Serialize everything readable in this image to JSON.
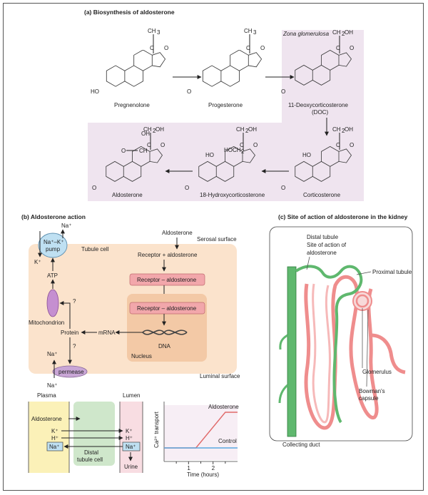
{
  "panel_a": {
    "title": "(a)  Biosynthesis of aldosterone",
    "zone_label": "Zona glomerulosa",
    "compounds": [
      "Pregnenolone",
      "Progesterone",
      "11-Deoxycorticosterone",
      "(DOC)",
      "Corticosterone",
      "18-Hydroxycorticosterone",
      "Aldosterone"
    ],
    "groups": {
      "ch3": "CH",
      "ch3_sub": "3",
      "ch2oh": "CH",
      "ch2oh_sub": "2",
      "ch2oh_tail": "OH",
      "co": "C",
      "o": "O",
      "oh": "OH",
      "ho": "HO",
      "hoch2": "HOCH",
      "hoch2_sub": "2",
      "ch": "CH"
    }
  },
  "panel_b": {
    "title": "(b)  Aldosterone action",
    "tubule_cell": "Tubule cell",
    "serosal": "Serosal surface",
    "luminal": "Luminal surface",
    "aldosterone": "Aldosterone",
    "receptor_plus": "Receptor + aldosterone",
    "receptor_complex": "Receptor – aldosterone",
    "dna": "DNA",
    "nucleus": "Nucleus",
    "mrna": "mRNA",
    "protein": "Protein",
    "mitochondrion": "Mitochondrion",
    "atp": "ATP",
    "pump": [
      "Na⁺–K⁺",
      "pump"
    ],
    "na_plus": "Na⁺",
    "k_plus": "K⁺",
    "h_plus": "H⁺",
    "permease": "permease",
    "question": "?"
  },
  "panel_c": {
    "title": "(c)  Site of action of aldosterone in the kidney",
    "distal_tubule": "Distal tubule",
    "site": [
      "Site of action of",
      "aldosterone"
    ],
    "proximal": "Proximal tubule",
    "glomerulus": "Glomerulus",
    "bowman": [
      "Bowman's",
      "capsule"
    ],
    "collecting_duct": "Collecting duct"
  },
  "transport": {
    "plasma": "Plasma",
    "lumen": "Lumen",
    "aldosterone": "Aldosterone",
    "cell": [
      "Distal",
      "tubule cell"
    ],
    "urine": "Urine"
  },
  "chart_data": {
    "type": "line",
    "title": "",
    "xlabel": "Time (hours)",
    "ylabel": "Ca²⁺ transport",
    "xlim": [
      0,
      3
    ],
    "x_ticks": [
      "1",
      "2"
    ],
    "series": [
      {
        "name": "Aldosterone",
        "x": [
          0,
          1.3,
          2.5,
          3.0
        ],
        "y": [
          1.0,
          1.0,
          3.0,
          3.0
        ]
      },
      {
        "name": "Control",
        "x": [
          0,
          3.0
        ],
        "y": [
          1.0,
          1.0
        ]
      }
    ],
    "colors": {
      "Aldosterone": "#e06a6a",
      "Control": "#5aa8e0"
    }
  },
  "colors": {
    "pink_bg": "#efe4ef",
    "cell_bg": "#fbe3cc",
    "nucleus_bg": "#f3c9a6",
    "receptor": "#f2a7ab",
    "pump": "#bfe0f2",
    "permease": "#c9a6d6",
    "mito": "#c58fd0",
    "plasma": "#fbf1b8",
    "tubule_cell": "#cfe7cb",
    "lumen": "#f8dde2",
    "green": "#5fb86e",
    "pink": "#ef8d8d"
  }
}
